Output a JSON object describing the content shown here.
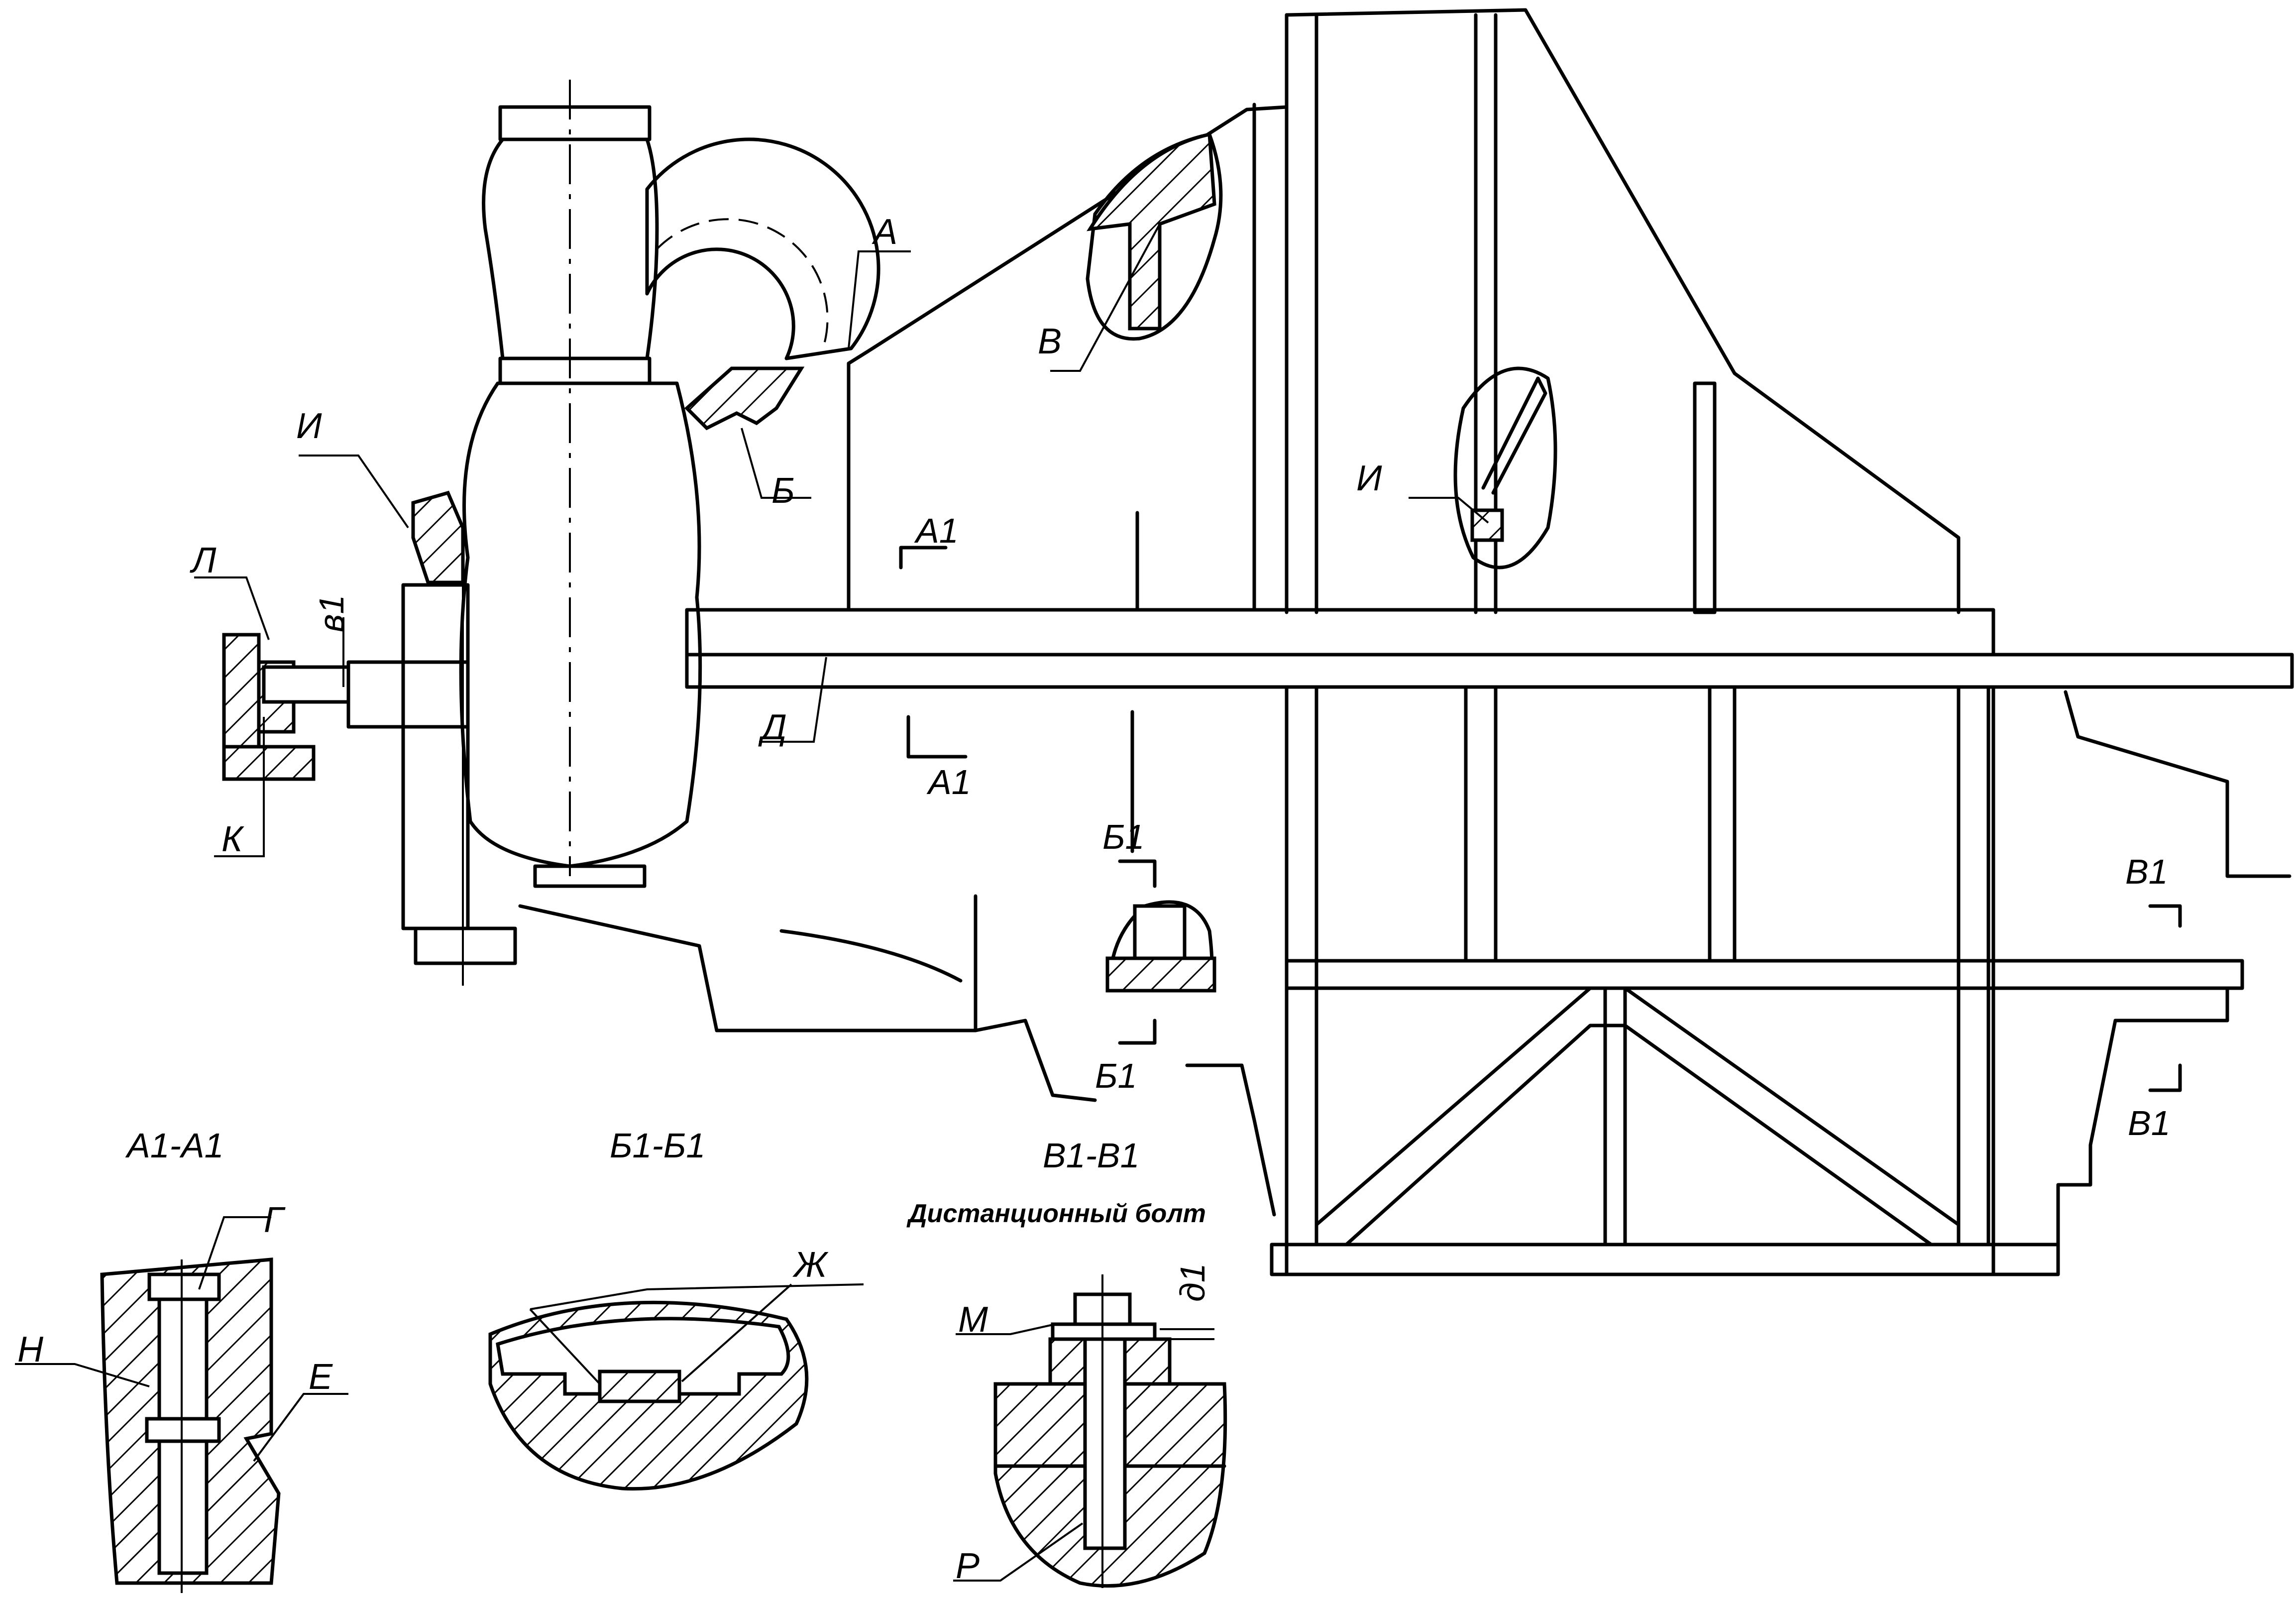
{
  "labels": {
    "A": "А",
    "B": "Б",
    "V": "В",
    "I_left": "И",
    "I_right": "И",
    "L": "Л",
    "K": "К",
    "D": "Д",
    "v1": "в1",
    "A1_top": "А1",
    "A1_bottom": "А1",
    "B1_top": "Б1",
    "B1_bottom": "Б1",
    "V1_top": "В1",
    "V1_bottom": "В1",
    "G": "Г",
    "N": "Н",
    "E": "Е",
    "Zh": "Ж",
    "M": "М",
    "R": "Р",
    "d1": "д1"
  },
  "sections": {
    "a1": "А1-А1",
    "b1": "Б1-Б1",
    "v1": "В1-В1"
  },
  "notes": {
    "distance_bolt": "Дистанционный болт"
  }
}
